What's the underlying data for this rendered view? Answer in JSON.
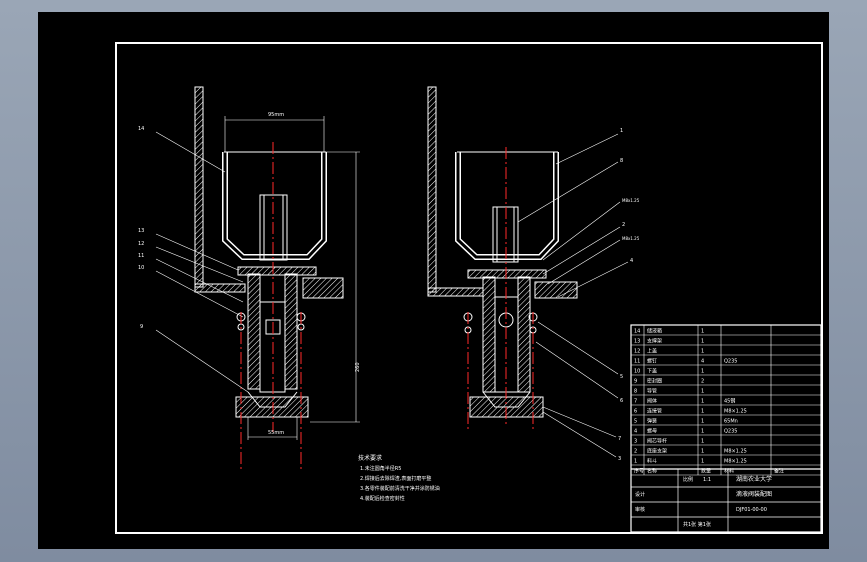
{
  "drawing": {
    "colors": {
      "background": "#000000",
      "line": "#ffffff",
      "centerline": "#ff2a2a",
      "hatch": "#ffffff",
      "part_label": "#ffffff",
      "frame_outer": "#9aa6b6"
    },
    "left_view": {
      "callouts_left": [
        "14",
        "13",
        "12",
        "11",
        "10",
        "9"
      ],
      "dim_top": "95mm",
      "dim_height": "260",
      "dim_bottom": "55mm"
    },
    "right_view": {
      "callouts_right": [
        "1",
        "8",
        "M8x1.25",
        "2",
        "M8x1.25",
        "4",
        "5",
        "6",
        "7",
        "3"
      ]
    },
    "notes": {
      "title": "技术要求",
      "lines": [
        "1.未注圆角半径R5",
        "2.焊接后去除焊渣,表面打磨平整",
        "3.各零件装配前清洗干净并涂防锈油",
        "4.装配后检查密封性"
      ]
    },
    "bom": {
      "rows": [
        {
          "no": "14",
          "name": "储液箱",
          "qty": "1",
          "mat": "",
          "note": ""
        },
        {
          "no": "13",
          "name": "支撑架",
          "qty": "1",
          "mat": "",
          "note": ""
        },
        {
          "no": "12",
          "name": "上盖",
          "qty": "1",
          "mat": "",
          "note": ""
        },
        {
          "no": "11",
          "name": "螺钉",
          "qty": "4",
          "mat": "Q235",
          "note": ""
        },
        {
          "no": "10",
          "name": "下盖",
          "qty": "1",
          "mat": "",
          "note": ""
        },
        {
          "no": "9",
          "name": "密封圈",
          "qty": "2",
          "mat": "",
          "note": ""
        },
        {
          "no": "8",
          "name": "导管",
          "qty": "1",
          "mat": "",
          "note": ""
        },
        {
          "no": "7",
          "name": "阀体",
          "qty": "1",
          "mat": "45钢",
          "note": ""
        },
        {
          "no": "6",
          "name": "连接管",
          "qty": "1",
          "mat": "M8×1.25",
          "note": ""
        },
        {
          "no": "5",
          "name": "弹簧",
          "qty": "1",
          "mat": "65Mn",
          "note": ""
        },
        {
          "no": "4",
          "name": "螺母",
          "qty": "1",
          "mat": "Q235",
          "note": ""
        },
        {
          "no": "3",
          "name": "阀芯导杆",
          "qty": "1",
          "mat": "",
          "note": ""
        },
        {
          "no": "2",
          "name": "底座支架",
          "qty": "1",
          "mat": "M8×1.25",
          "note": ""
        },
        {
          "no": "1",
          "name": "料斗",
          "qty": "1",
          "mat": "M8×1.25",
          "note": ""
        }
      ],
      "header": {
        "no": "序号",
        "name": "名称",
        "qty": "数量",
        "mat": "材料",
        "note": "备注"
      },
      "title_block": {
        "school": "湖南农业大学",
        "drawing_name": "滴液阀装配图",
        "drawing_no": "DJF01-00-00",
        "scale_label": "比例",
        "scale": "1:1",
        "designer_label": "设计",
        "checker_label": "审核",
        "sheet": "共1张 第1张"
      }
    }
  }
}
